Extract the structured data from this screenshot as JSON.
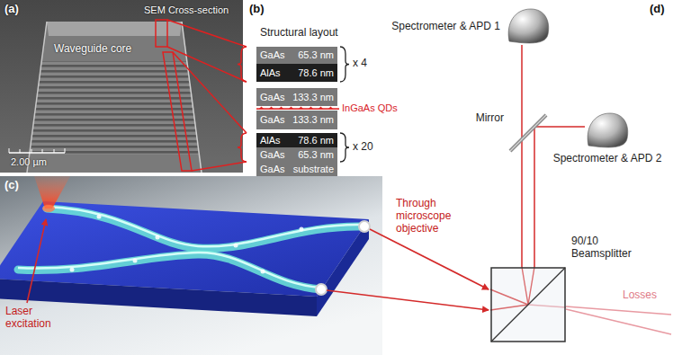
{
  "diagram": {
    "nodes": [
      {
        "text": [
          "GaAs",
          "65.3 nm"
        ]
      },
      {
        "text": [
          "AlAs",
          "78.6 nm"
        ]
      },
      {
        "text": [
          "GaAs",
          "133.3 nm"
        ]
      },
      {
        "text": [
          "GaAs",
          "133.3 nm"
        ]
      },
      {
        "text": [
          "AlAs",
          "78.6 nm"
        ]
      },
      {
        "text": [
          "GaAs",
          "65.3 nm"
        ]
      },
      {
        "text": [
          "GaAs",
          "substrate"
        ]
      },
      {
        "text": [
          "Spectrometer & APD 1"
        ]
      },
      {
        "text": [
          "Mirror"
        ]
      },
      {
        "text": [
          "Spectrometer & APD 2"
        ]
      },
      {
        "text": [
          "90/10 Beamsplitter"
        ]
      }
    ],
    "edges": [
      {
        "from": 10,
        "to": 7,
        "arrow": "none"
      },
      {
        "from": 10,
        "to": 8,
        "arrow": "none"
      },
      {
        "from": 8,
        "to": 9,
        "arrow": "none"
      }
    ],
    "labels": [
      "(a)",
      "SEM Cross-section",
      "Waveguide core",
      "2.00 µm",
      "(b)",
      "Structural layout",
      "x 4",
      "InGaAs QDs",
      "x 20",
      "(c)",
      "Laser excitation",
      "Through microscope objective",
      "(d)",
      "Losses"
    ]
  }
}
